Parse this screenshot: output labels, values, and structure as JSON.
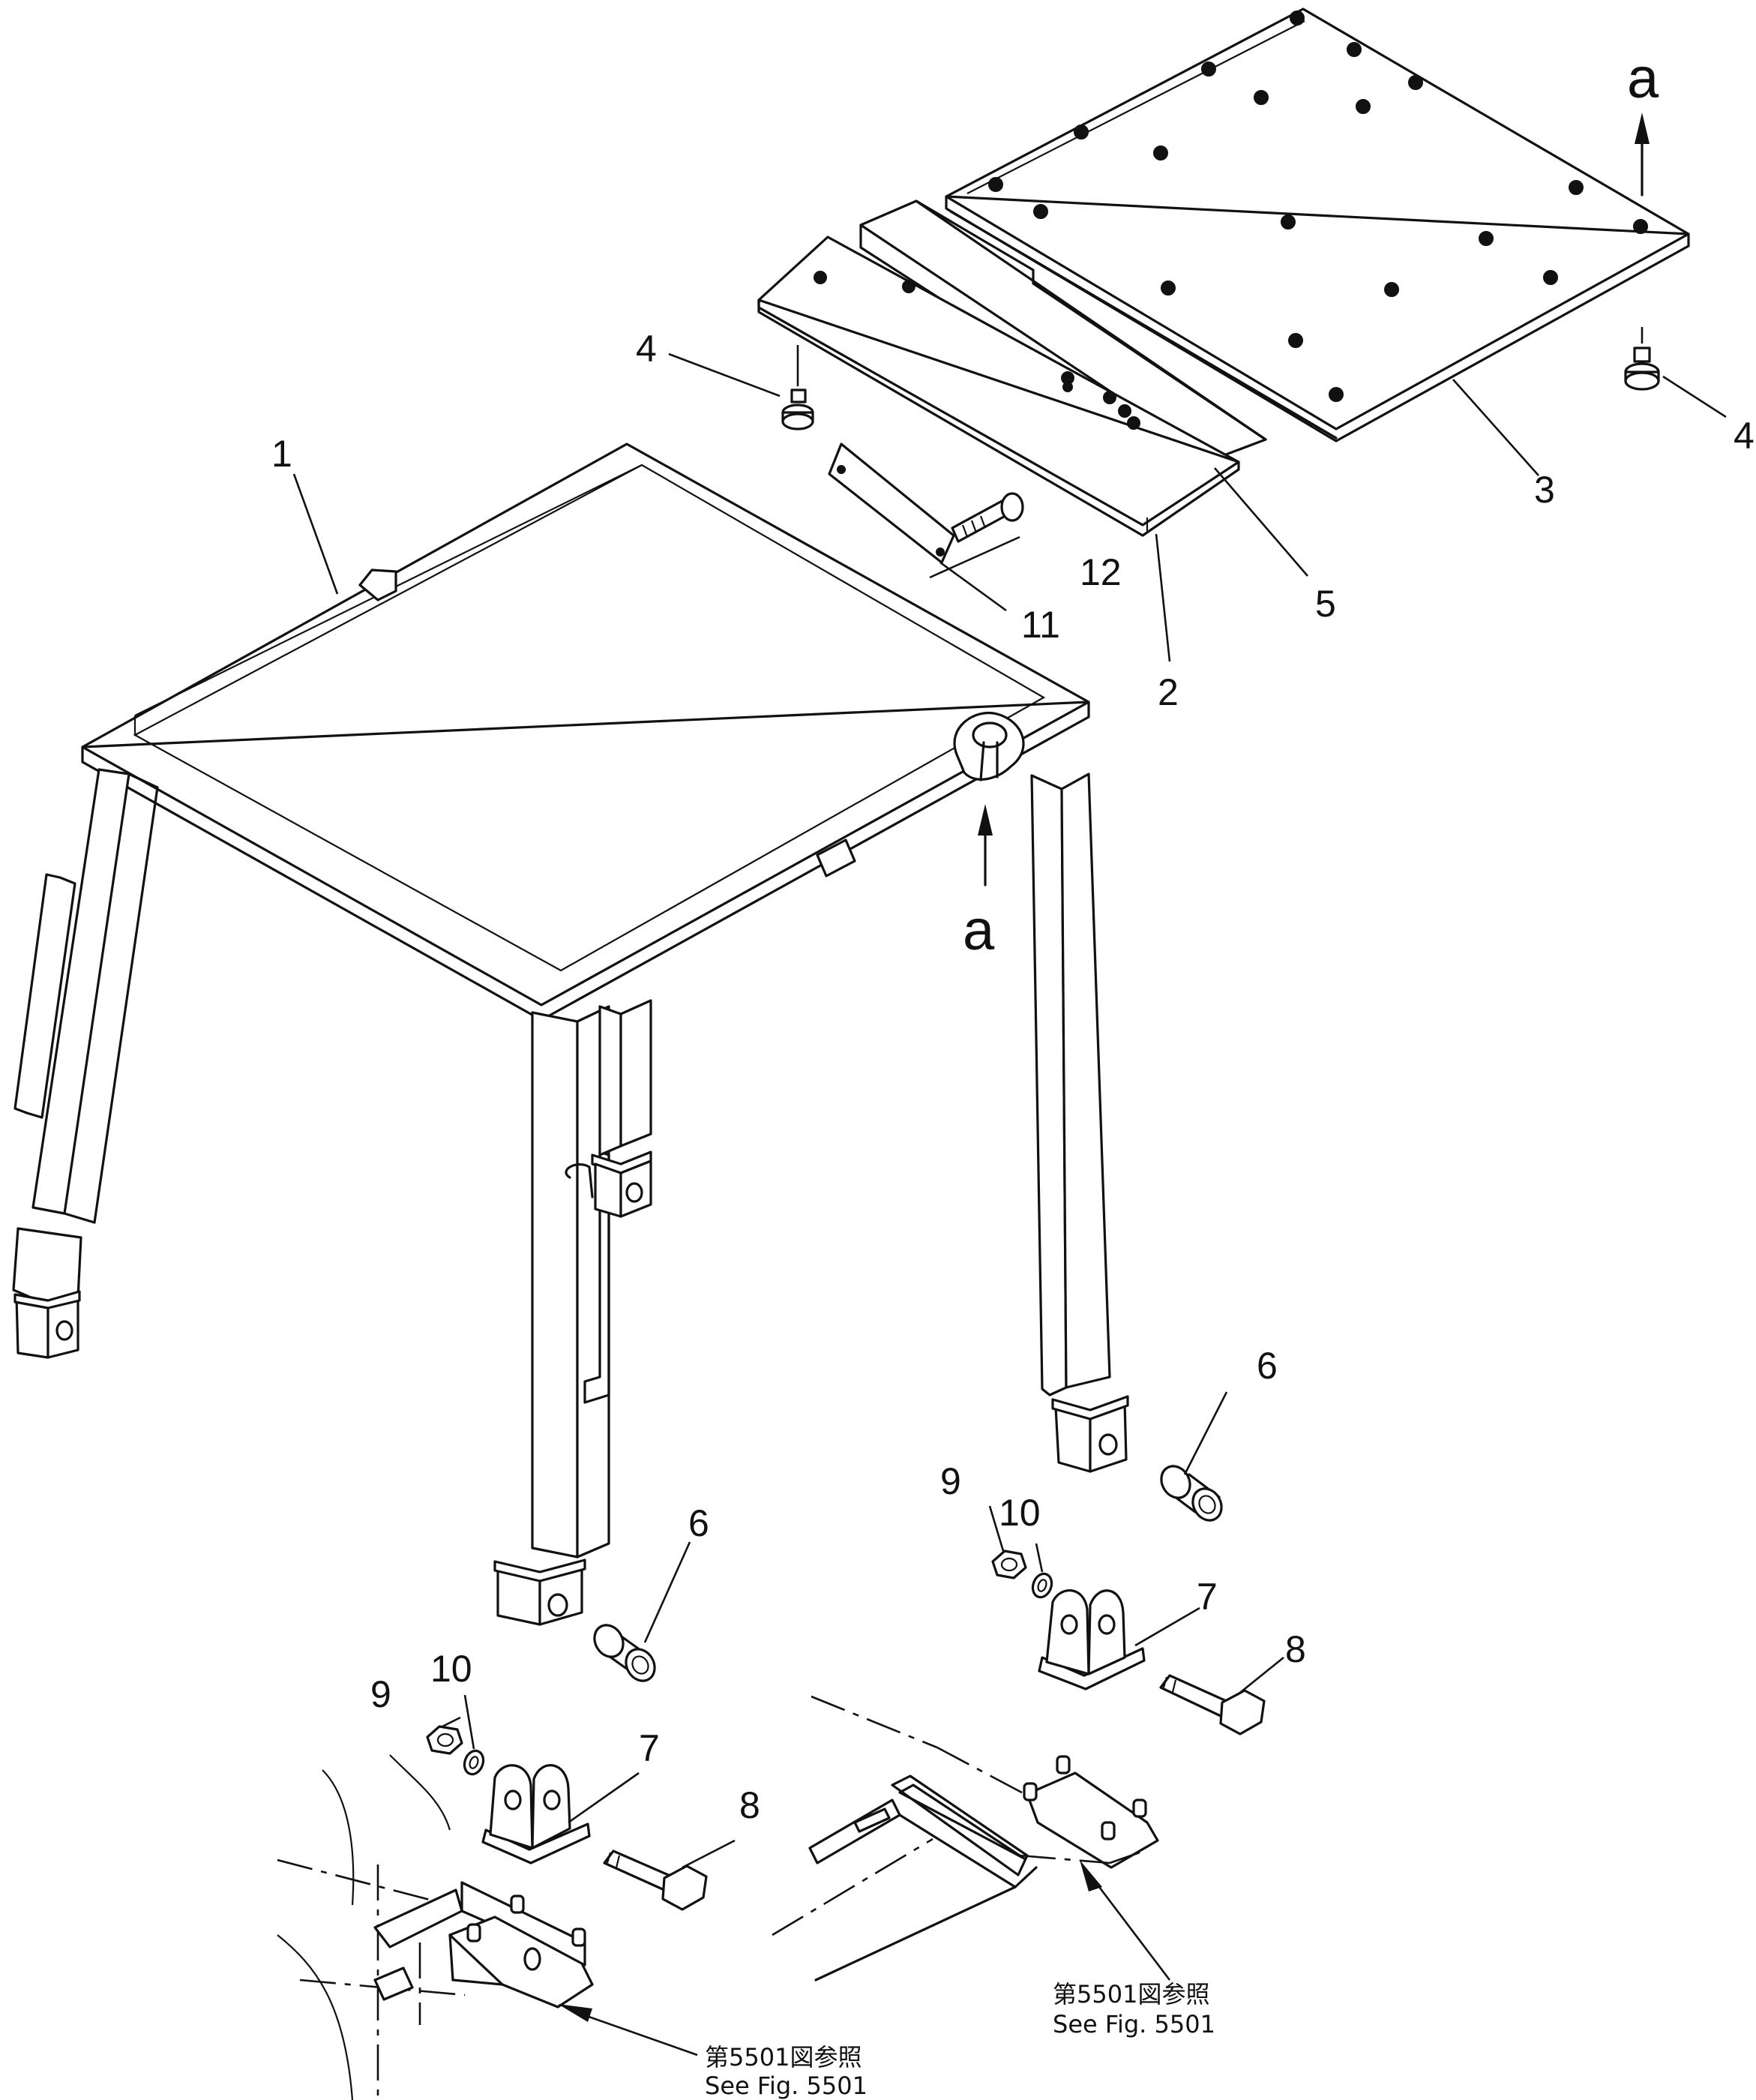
{
  "parts": [
    {
      "id": "1",
      "text": "1"
    },
    {
      "id": "2",
      "text": "2"
    },
    {
      "id": "3",
      "text": "3"
    },
    {
      "id": "4a",
      "text": "4"
    },
    {
      "id": "4b",
      "text": "4"
    },
    {
      "id": "5",
      "text": "5"
    },
    {
      "id": "6a",
      "text": "6"
    },
    {
      "id": "6b",
      "text": "6"
    },
    {
      "id": "7a",
      "text": "7"
    },
    {
      "id": "7b",
      "text": "7"
    },
    {
      "id": "8a",
      "text": "8"
    },
    {
      "id": "8b",
      "text": "8"
    },
    {
      "id": "9a",
      "text": "9"
    },
    {
      "id": "9b",
      "text": "9"
    },
    {
      "id": "10a",
      "text": "10"
    },
    {
      "id": "10b",
      "text": "10"
    },
    {
      "id": "11",
      "text": "11"
    },
    {
      "id": "12",
      "text": "12"
    }
  ],
  "markers": {
    "a_top": "a",
    "a_mid": "a"
  },
  "references": {
    "ref1_jp": "第5501図参照",
    "ref1_en": "See  Fig.  5501",
    "ref2_jp": "第5501図参照",
    "ref2_en": "See  Fig.  5501"
  }
}
